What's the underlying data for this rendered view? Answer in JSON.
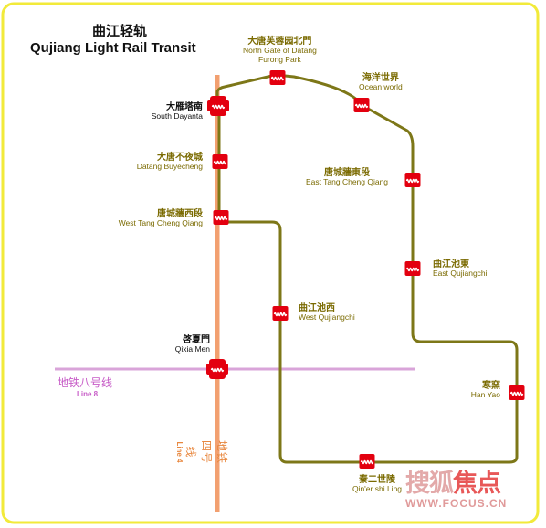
{
  "title": {
    "zh": "曲江轻轨",
    "en": "Qujiang Light Rail Transit"
  },
  "colors": {
    "border": "#f2ea3a",
    "light_rail": "#7d7718",
    "line4": "#f2a070",
    "line8": "#d9a4d9",
    "station": "#e3000f"
  },
  "line8": {
    "zh": "地铁八号线",
    "en": "Line 8"
  },
  "line4": {
    "zh": "地铁四号线",
    "en": "Line 4"
  },
  "stations": [
    {
      "id": "north-gate",
      "zh": "大唐芙蓉园北門",
      "en": [
        "North Gate of Datang",
        "Furong Park"
      ],
      "type": "plain"
    },
    {
      "id": "ocean-world",
      "zh": "海洋世界",
      "en": [
        "Ocean world"
      ],
      "type": "plain"
    },
    {
      "id": "south-dayanta",
      "zh": "大雁塔南",
      "en": [
        "South Dayanta"
      ],
      "type": "transfer"
    },
    {
      "id": "datang-buyecheng",
      "zh": "大唐不夜城",
      "en": [
        "Datang Buyecheng"
      ],
      "type": "plain"
    },
    {
      "id": "east-tang-cheng-qiang",
      "zh": "唐城牆東段",
      "en": [
        "East Tang Cheng Qiang"
      ],
      "type": "plain"
    },
    {
      "id": "west-tang-cheng-qiang",
      "zh": "唐城牆西段",
      "en": [
        "West Tang Cheng Qiang"
      ],
      "type": "plain"
    },
    {
      "id": "east-qujiangchi",
      "zh": "曲江池東",
      "en": [
        "East Qujiangchi"
      ],
      "type": "plain"
    },
    {
      "id": "west-qujiangchi",
      "zh": "曲江池西",
      "en": [
        "West Qujiangchi"
      ],
      "type": "plain"
    },
    {
      "id": "qixia-men",
      "zh": "啓夏門",
      "en": [
        "Qixia Men"
      ],
      "type": "transfer"
    },
    {
      "id": "han-yao",
      "zh": "寒窯",
      "en": [
        "Han Yao"
      ],
      "type": "plain"
    },
    {
      "id": "qiner-shi-ling",
      "zh": "秦二世陵",
      "en": [
        "Qin'er shi Ling"
      ],
      "type": "plain"
    }
  ],
  "watermark": {
    "logo_a": "搜狐",
    "logo_b": "焦点",
    "url": "WWW.FOCUS.CN"
  }
}
